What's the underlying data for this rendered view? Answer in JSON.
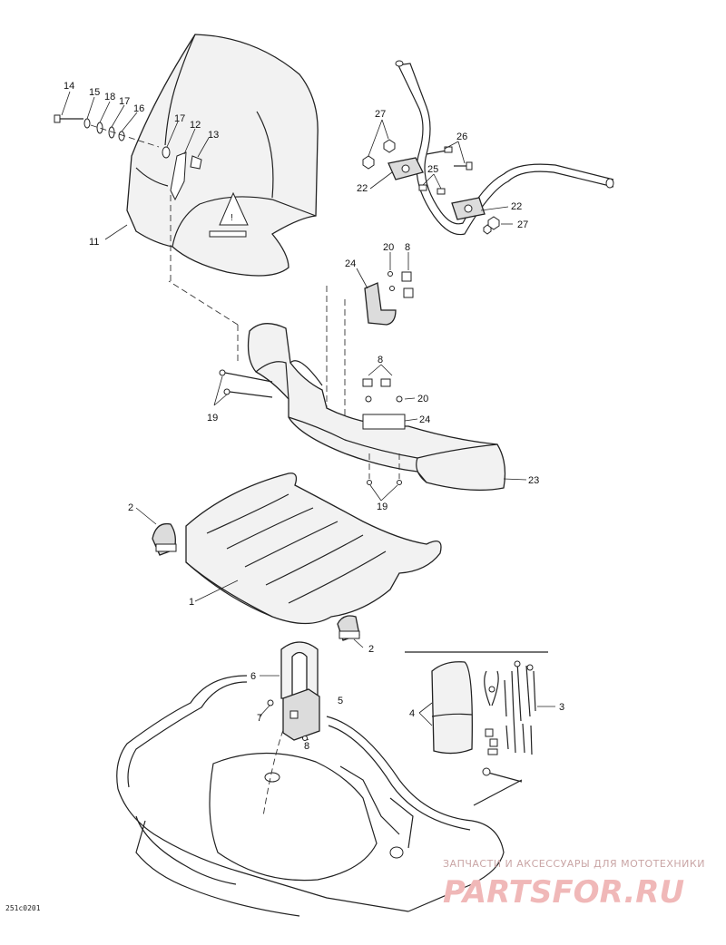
{
  "callouts": {
    "c1": "1",
    "c2a": "2",
    "c2b": "2",
    "c3": "3",
    "c4": "4",
    "c5": "5",
    "c6": "6",
    "c7": "7",
    "c8a": "8",
    "c8b": "8",
    "c8c": "8",
    "c11": "11",
    "c12": "12",
    "c13": "13",
    "c14": "14",
    "c15": "15",
    "c16": "16",
    "c17a": "17",
    "c17b": "17",
    "c18": "18",
    "c19a": "19",
    "c19b": "19",
    "c20a": "20",
    "c20b": "20",
    "c22a": "22",
    "c22b": "22",
    "c23": "23",
    "c24a": "24",
    "c24b": "24",
    "c25": "25",
    "c26": "26",
    "c27a": "27",
    "c27b": "27"
  },
  "drawing_code": "251c0201",
  "watermark": {
    "tagline": "ЗАПЧАСТИ И АКСЕССУАРЫ ДЛЯ МОТОТЕХНИКИ",
    "brand": "PARTSFOR.RU",
    "color": "#e8a0a0"
  }
}
